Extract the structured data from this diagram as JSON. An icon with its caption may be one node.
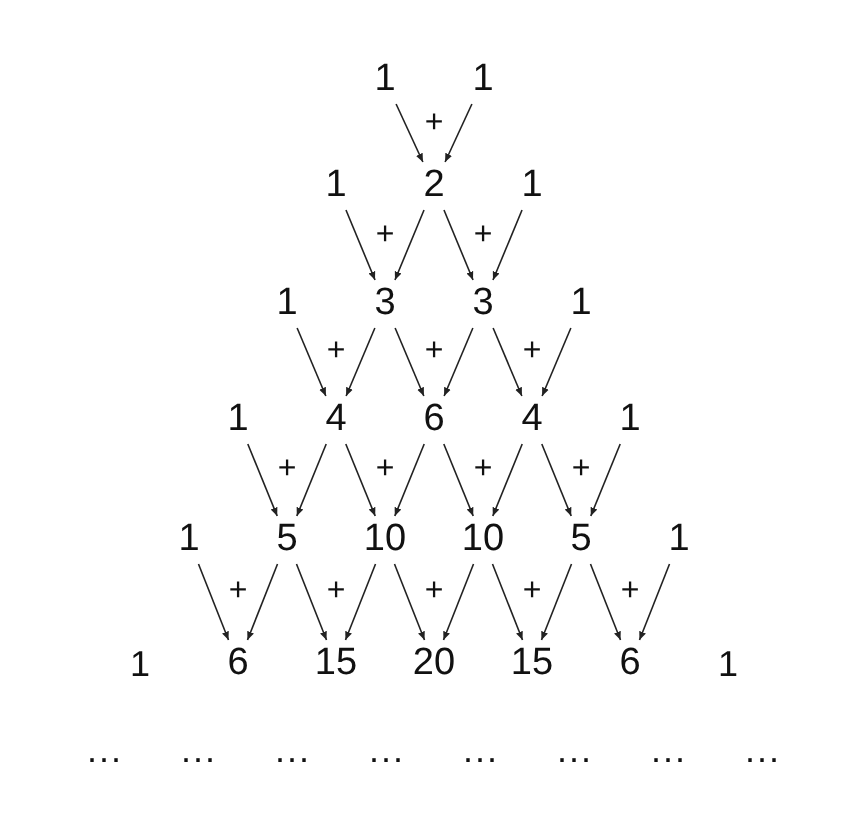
{
  "diagram": {
    "nodes": [
      {
        "text": [
          "1"
        ]
      },
      {
        "text": [
          "1"
        ]
      },
      {
        "text": [
          "1"
        ]
      },
      {
        "text": [
          "2"
        ]
      },
      {
        "text": [
          "1"
        ]
      },
      {
        "text": [
          "1"
        ]
      },
      {
        "text": [
          "3"
        ]
      },
      {
        "text": [
          "3"
        ]
      },
      {
        "text": [
          "1"
        ]
      },
      {
        "text": [
          "1"
        ]
      },
      {
        "text": [
          "4"
        ]
      },
      {
        "text": [
          "6"
        ]
      },
      {
        "text": [
          "4"
        ]
      },
      {
        "text": [
          "1"
        ]
      },
      {
        "text": [
          "1"
        ]
      },
      {
        "text": [
          "5"
        ]
      },
      {
        "text": [
          "10"
        ]
      },
      {
        "text": [
          "10"
        ]
      },
      {
        "text": [
          "5"
        ]
      },
      {
        "text": [
          "1"
        ]
      },
      {
        "text": [
          "6"
        ]
      },
      {
        "text": [
          "15"
        ]
      },
      {
        "text": [
          "20"
        ]
      },
      {
        "text": [
          "15"
        ]
      },
      {
        "text": [
          "6"
        ]
      }
    ],
    "edges": [
      {
        "from": 0,
        "to": 3,
        "arrow": "to"
      },
      {
        "from": 1,
        "to": 3,
        "arrow": "to"
      },
      {
        "from": 2,
        "to": 6,
        "arrow": "to"
      },
      {
        "from": 3,
        "to": 6,
        "arrow": "to"
      },
      {
        "from": 3,
        "to": 7,
        "arrow": "to"
      },
      {
        "from": 4,
        "to": 7,
        "arrow": "to"
      },
      {
        "from": 5,
        "to": 10,
        "arrow": "to"
      },
      {
        "from": 6,
        "to": 10,
        "arrow": "to"
      },
      {
        "from": 6,
        "to": 11,
        "arrow": "to"
      },
      {
        "from": 7,
        "to": 11,
        "arrow": "to"
      },
      {
        "from": 7,
        "to": 12,
        "arrow": "to"
      },
      {
        "from": 8,
        "to": 12,
        "arrow": "to"
      },
      {
        "from": 9,
        "to": 15,
        "arrow": "to"
      },
      {
        "from": 10,
        "to": 15,
        "arrow": "to"
      },
      {
        "from": 10,
        "to": 16,
        "arrow": "to"
      },
      {
        "from": 11,
        "to": 16,
        "arrow": "to"
      },
      {
        "from": 11,
        "to": 17,
        "arrow": "to"
      },
      {
        "from": 12,
        "to": 17,
        "arrow": "to"
      },
      {
        "from": 12,
        "to": 18,
        "arrow": "to"
      },
      {
        "from": 13,
        "to": 18,
        "arrow": "to"
      },
      {
        "from": 14,
        "to": 20,
        "arrow": "to"
      },
      {
        "from": 15,
        "to": 20,
        "arrow": "to"
      },
      {
        "from": 15,
        "to": 21,
        "arrow": "to"
      },
      {
        "from": 16,
        "to": 21,
        "arrow": "to"
      },
      {
        "from": 16,
        "to": 22,
        "arrow": "to"
      },
      {
        "from": 17,
        "to": 22,
        "arrow": "to"
      },
      {
        "from": 17,
        "to": 23,
        "arrow": "to"
      },
      {
        "from": 18,
        "to": 23,
        "arrow": "to"
      },
      {
        "from": 18,
        "to": 24,
        "arrow": "to"
      },
      {
        "from": 19,
        "to": 24,
        "arrow": "to"
      }
    ],
    "labels": [
      "+",
      "+",
      "+",
      "+",
      "+",
      "+",
      "+",
      "+",
      "+",
      "+",
      "+",
      "+",
      "+",
      "+",
      "+",
      "1",
      "1",
      "...",
      "...",
      "...",
      "...",
      "...",
      "...",
      "...",
      "..."
    ]
  }
}
